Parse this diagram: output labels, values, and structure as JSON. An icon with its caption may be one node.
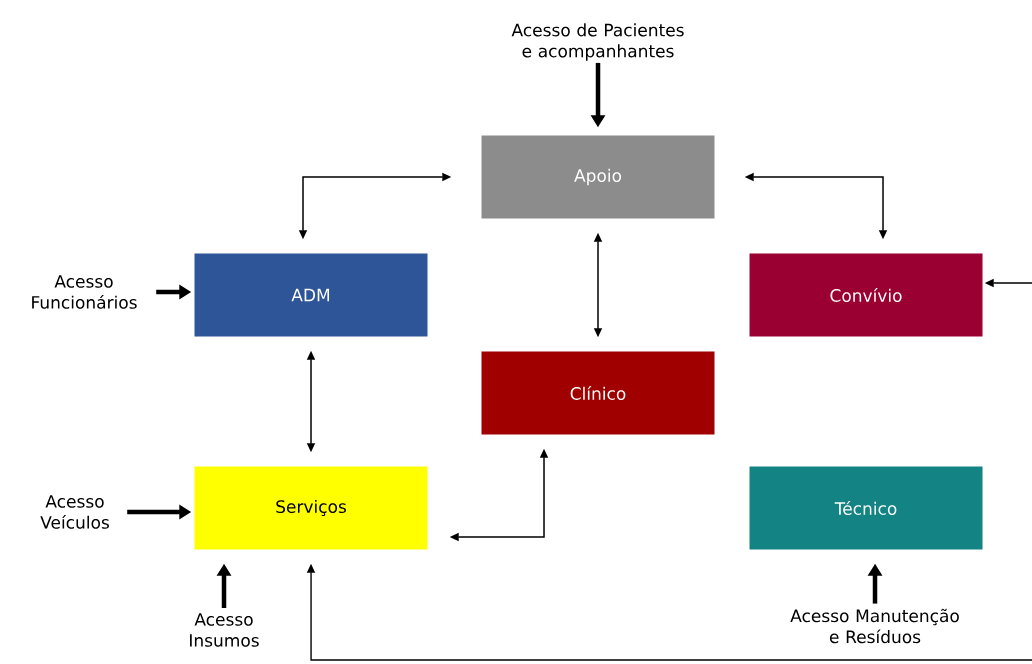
{
  "diagram": {
    "nodes": [
      {
        "text": [
          "Apoio"
        ]
      },
      {
        "text": [
          "ADM"
        ]
      },
      {
        "text": [
          "Convívio"
        ]
      },
      {
        "text": [
          "Clínico"
        ]
      },
      {
        "text": [
          "Serviços"
        ]
      },
      {
        "text": [
          "Técnico"
        ]
      },
      {
        "text": [
          "Acesso de Pacientes e acompanhantes"
        ]
      },
      {
        "text": [
          "Acesso Funcionários"
        ]
      },
      {
        "text": [
          "Acesso Veículos"
        ]
      },
      {
        "text": [
          "Acesso Insumos"
        ]
      },
      {
        "text": [
          "Acesso Manutenção e Resíduos"
        ]
      }
    ],
    "edges": [
      {
        "from": 0,
        "to": 1,
        "arrow": "both"
      },
      {
        "from": 0,
        "to": 2,
        "arrow": "both"
      },
      {
        "from": 0,
        "to": 3,
        "arrow": "both"
      },
      {
        "from": 1,
        "to": 4,
        "arrow": "both"
      },
      {
        "from": 3,
        "to": 4,
        "arrow": "both"
      },
      {
        "from": 6,
        "to": 0,
        "arrow": "to",
        "style": "thick"
      },
      {
        "from": 7,
        "to": 1,
        "arrow": "to",
        "style": "thick"
      },
      {
        "from": 8,
        "to": 4,
        "arrow": "to",
        "style": "thick"
      },
      {
        "from": 9,
        "to": 4,
        "arrow": "to",
        "style": "thick"
      },
      {
        "from": 10,
        "to": 5,
        "arrow": "to",
        "style": "thick"
      },
      {
        "from": null,
        "to": 2,
        "arrow": "to"
      },
      {
        "from": null,
        "to": 4,
        "arrow": "to"
      }
    ]
  }
}
